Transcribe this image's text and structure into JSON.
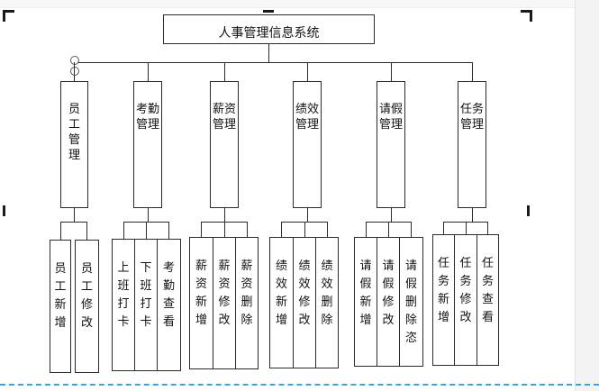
{
  "diagram": {
    "root": "人事管理信息系统",
    "modules": [
      {
        "label": "员工管理",
        "children": [
          "员工新增",
          "员工修改"
        ]
      },
      {
        "label": "考勤管理",
        "children": [
          "上班打卡",
          "下班打卡",
          "考勤查看"
        ]
      },
      {
        "label": "薪资管理",
        "children": [
          "薪资新增",
          "薪资修改",
          "薪资删除"
        ]
      },
      {
        "label": "绩效管理",
        "children": [
          "绩效新增",
          "绩效修改",
          "绩效删除"
        ]
      },
      {
        "label": "请假管理",
        "children": [
          "请假新增",
          "请假修改",
          "请假删除恣"
        ]
      },
      {
        "label": "任务管理",
        "children": [
          "任务新增",
          "任务修改",
          "任务查看"
        ]
      }
    ]
  }
}
